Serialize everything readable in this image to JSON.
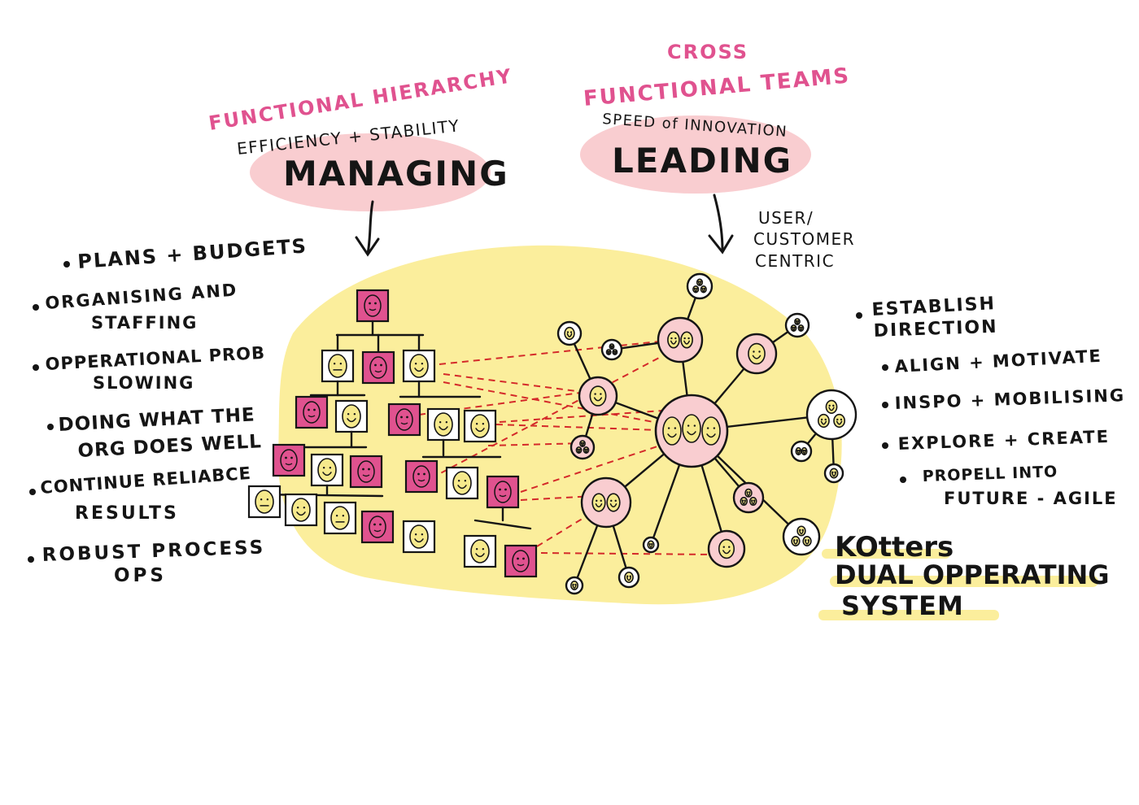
{
  "managing": {
    "label": "FUNCTIONAL HIERARCHY",
    "subtitle": "EFFICIENCY + STABILITY",
    "title": "MANAGING"
  },
  "leading": {
    "label_line1": "CROSS",
    "label_line2": "FUNCTIONAL TEAMS",
    "subtitle": "SPEED of INNOVATION",
    "title": "LEADING"
  },
  "user_note": [
    "USER/",
    "CUSTOMER",
    "CENTRIC"
  ],
  "managing_list": [
    [
      "PLANS + BUDGETS"
    ],
    [
      "ORGANISING and",
      "STAFFING"
    ],
    [
      "OPPERATIONAL PROB",
      "SLOWING"
    ],
    [
      "DOING WHAT the",
      "ORG DOES WELL"
    ],
    [
      "CONTINUE RELIABCE",
      "RESULTS"
    ],
    [
      "ROBUST PROCESS",
      "OPS"
    ]
  ],
  "leading_list": [
    [
      "ESTABLISH",
      "DIRECTION"
    ],
    [
      "ALIGN + MOTIVATE"
    ],
    [
      "INSPO + MOBILISING"
    ],
    [
      "EXPLORE + CREATE"
    ],
    [
      "PROPELL into",
      "FUTURE - AGILE"
    ]
  ],
  "footer": [
    "KOtters",
    "DUAL OPPERATING",
    "SYSTEM"
  ],
  "colors": {
    "pink": "#e0528f",
    "blush": "#f9cdd0",
    "yellow": "#fbee9c",
    "face": "#f6e98c",
    "ink": "#151515",
    "dash": "#d42a2a"
  }
}
